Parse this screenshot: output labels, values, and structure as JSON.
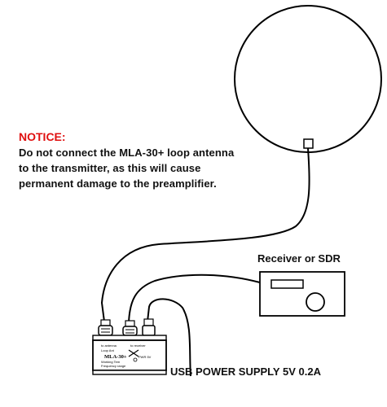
{
  "notice": {
    "title": "NOTICE:",
    "lines": [
      "Do not connect the MLA-30+ loop antenna",
      "to the transmitter, as this will cause",
      "permanent damage to the preamplifier."
    ]
  },
  "receiver_label": "Receiver or SDR",
  "power_label": "USB POWER SUPPLY 5V 0.2A",
  "device": {
    "model": "MLA-30+",
    "fine_print": [
      "to antenna",
      "to receiver",
      "Loop Ant",
      "PWR 5V",
      "Working Tem",
      "Frequency range"
    ]
  },
  "colors": {
    "notice_title": "#e01010",
    "text": "#111111",
    "line": "#000000"
  }
}
